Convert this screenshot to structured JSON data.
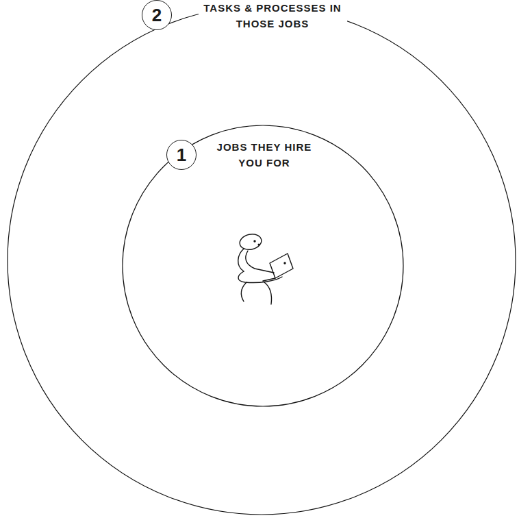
{
  "diagram": {
    "nodes": [
      {
        "text": [
          "TASKS & PROCESSES IN THOSE JOBS"
        ]
      },
      {
        "text": [
          "JOBS THEY HIRE YOU FOR"
        ],
        "in": 0
      }
    ],
    "labels": [
      "2",
      "1"
    ]
  }
}
